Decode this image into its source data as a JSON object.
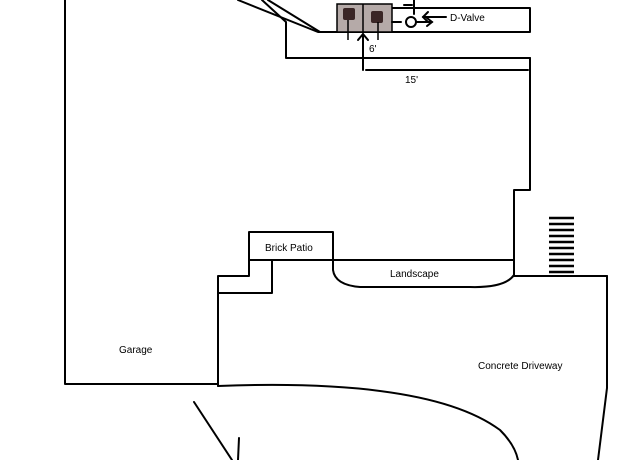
{
  "labels": {
    "d_valve": "D-Valve",
    "dim_6": "6'",
    "dim_15": "15'",
    "brick_patio": "Brick Patio",
    "landscape": "Landscape",
    "garage": "Garage",
    "concrete_driveway": "Concrete Driveway"
  },
  "colors": {
    "line": "#000000",
    "tank_fill": "#b5aaa8",
    "tank_lid": "#3a2626",
    "background": "#ffffff"
  },
  "icons": [
    "septic-tank-icon",
    "d-valve-icon",
    "arrow-icon",
    "steps-icon"
  ]
}
